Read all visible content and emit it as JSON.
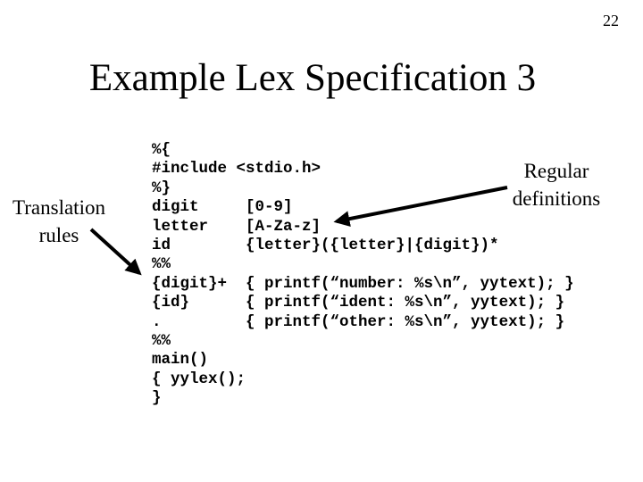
{
  "slide": {
    "page_number": "22",
    "title": "Example Lex Specification 3",
    "labels": {
      "translation_rules": [
        "Translation",
        "rules"
      ],
      "regular_definitions": [
        "Regular",
        "definitions"
      ]
    },
    "code": {
      "language": "lex",
      "lines": [
        "%{",
        "#include <stdio.h>",
        "%}",
        "digit     [0-9]",
        "letter    [A-Za-z]",
        "id        {letter}({letter}|{digit})*",
        "%%",
        "{digit}+  { printf(“number: %s\\n”, yytext); }",
        "{id}      { printf(“ident: %s\\n”, yytext); }",
        ".         { printf(“other: %s\\n”, yytext); }",
        "%%",
        "main()",
        "{ yylex();",
        "}"
      ]
    },
    "colors": {
      "background": "#ffffff",
      "text": "#000000",
      "arrow": "#000000"
    }
  }
}
